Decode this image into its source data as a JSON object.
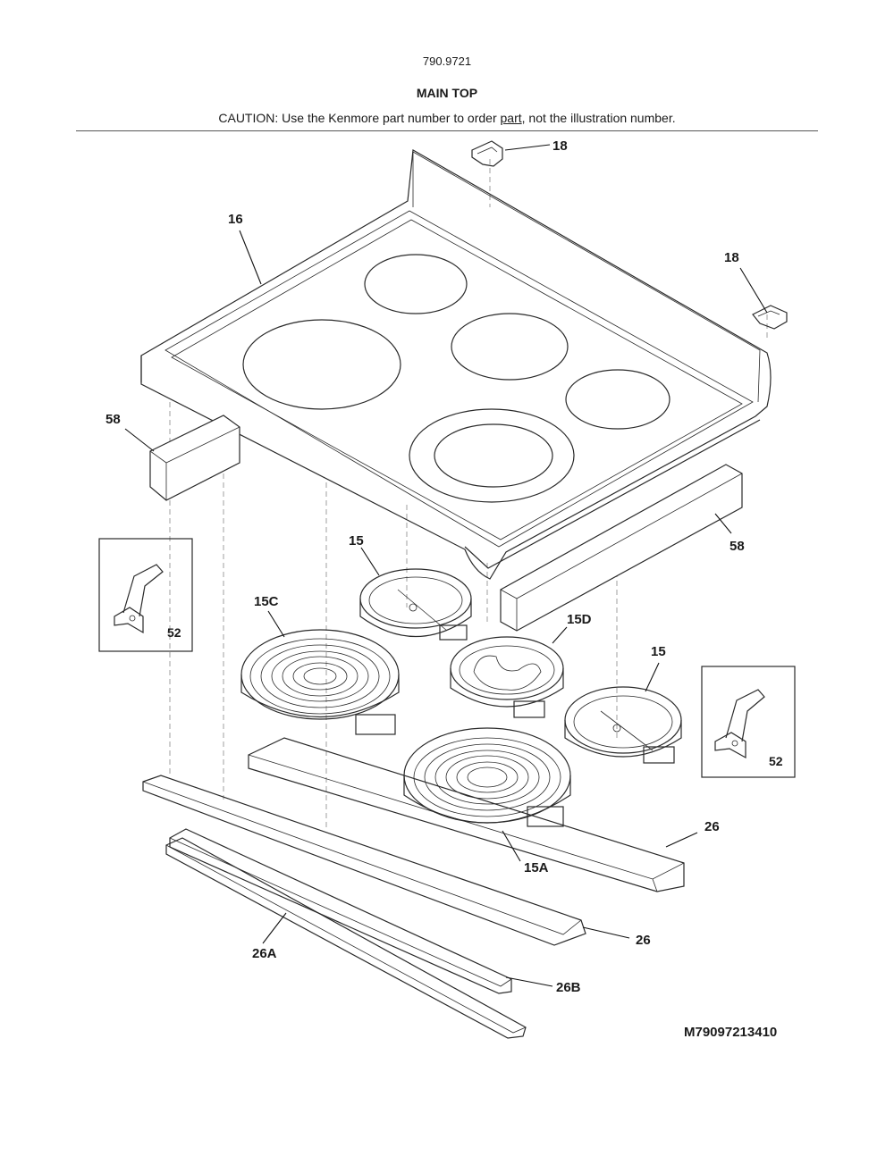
{
  "header": {
    "model_number": "790.9721",
    "section_title": "MAIN TOP",
    "caution_before": "CAUTION: Use the Kenmore part number to order ",
    "caution_link": "part",
    "caution_after": ", not the illustration number."
  },
  "callouts": {
    "c18_top": "18",
    "c16": "16",
    "c18_right": "18",
    "c58_left": "58",
    "c58_right": "58",
    "c15_top": "15",
    "c15C": "15C",
    "c15D": "15D",
    "c15_right": "15",
    "c52_left": "52",
    "c52_right": "52",
    "c26_right": "26",
    "c15A": "15A",
    "c26_bottom": "26",
    "c26A": "26A",
    "c26B": "26B"
  },
  "diagram_id": "M79097213410"
}
